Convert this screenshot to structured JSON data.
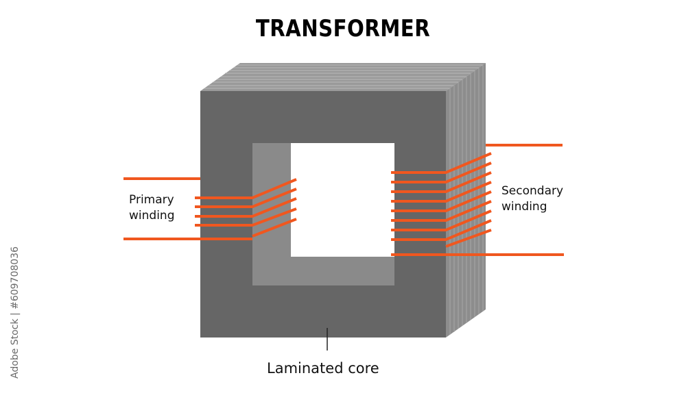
{
  "title": "TRANSFORMER",
  "labels": {
    "primary_line1": "Primary",
    "primary_line2": "winding",
    "secondary_line1": "Secondary",
    "secondary_line2": "winding",
    "core": "Laminated core"
  },
  "side_id": "Adobe Stock | #609708036",
  "colors": {
    "core_front": "#666666",
    "core_side": "#8d8d8d",
    "core_inner": "#8a8a8a",
    "winding": "#f0571f",
    "window": "#ffffff"
  },
  "windings": {
    "primary_turns": 5,
    "secondary_turns": 9
  }
}
